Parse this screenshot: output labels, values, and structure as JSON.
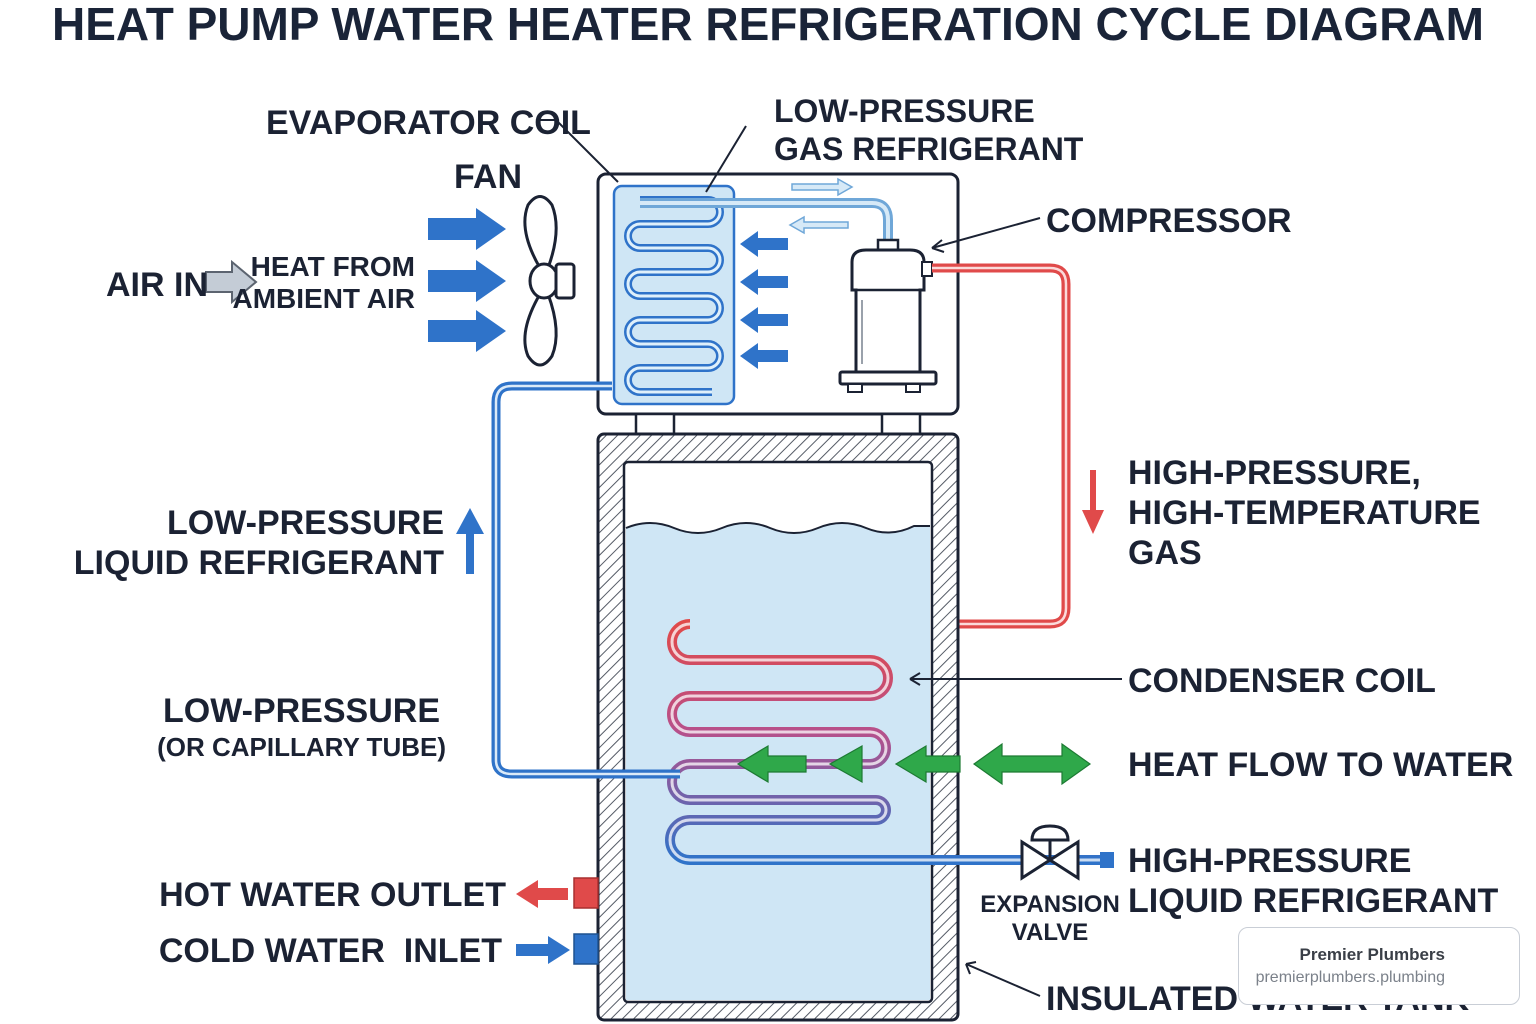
{
  "title": "HEAT PUMP WATER HEATER REFRIGERATION CYCLE DIAGRAM",
  "labels": {
    "evaporator_coil": "EVAPORATOR COIL",
    "fan": "FAN",
    "air_in": "AIR IN",
    "heat_from_1": "HEAT FROM",
    "heat_from_2": "AMBIENT AIR",
    "lp_gas_1": "LOW-PRESSURE",
    "lp_gas_2": "GAS REFRIGERANT",
    "compressor": "COMPRESSOR",
    "hp_gas_1": "HIGH-PRESSURE,",
    "hp_gas_2": "HIGH-TEMPERATURE",
    "hp_gas_3": "GAS",
    "lp_liquid_1": "LOW-PRESSURE",
    "lp_liquid_2": "LIQUID REFRIGERANT",
    "condenser_coil": "CONDENSER COIL",
    "lp_tube_1": "LOW-PRESSURE",
    "lp_tube_2": "(OR CAPILLARY TUBE)",
    "heat_flow": "HEAT FLOW TO WATER",
    "hp_liquid_1": "HIGH-PRESSURE",
    "hp_liquid_2": "LIQUID REFRIGERANT",
    "expansion_1": "EXPANSION",
    "expansion_2": "VALVE",
    "hot_water": "HOT WATER OUTLET",
    "cold_water": "COLD WATER  INLET",
    "insulated_tank": "INSULATED WATER TANK"
  },
  "watermark": {
    "name": "Premier Plumbers",
    "url": "premierplumbers.plumbing"
  },
  "colors": {
    "hot": "#e04a4a",
    "cold": "#2f73c9",
    "heat_flow": "#2fa84a",
    "water": "#cfe6f5",
    "outline": "#1b2233"
  }
}
